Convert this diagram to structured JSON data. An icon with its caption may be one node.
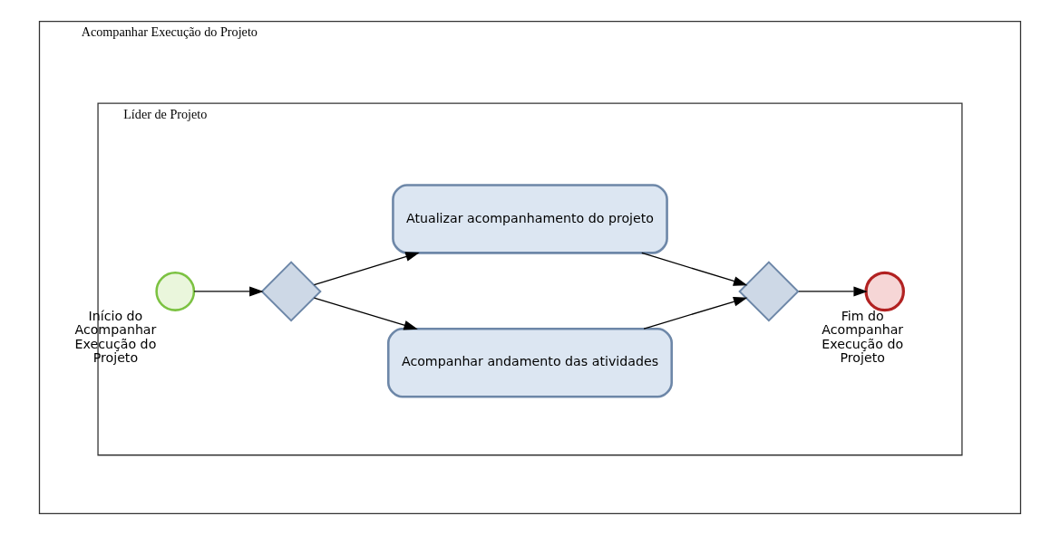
{
  "diagram": {
    "nodes": [
      {
        "text": [
          "Acompanhar Execução do Projeto"
        ]
      },
      {
        "text": [
          "Líder de Projeto"
        ],
        "in": 0
      },
      {
        "text": [],
        "shape": "circle",
        "beside": [
          "Início do Acompanhar Execução do Projeto"
        ],
        "in": 1
      },
      {
        "text": [],
        "shape": "diamond",
        "in": 1
      },
      {
        "text": [
          "Acompanhar andamento das atividades"
        ],
        "in": 1
      },
      {
        "text": [
          "Atualizar acompanhamento do projeto"
        ],
        "in": 1
      },
      {
        "text": [],
        "shape": "diamond",
        "in": 1
      },
      {
        "text": [],
        "shape": "circle",
        "beside": [
          "Fim do Acompanhar Execução do Projeto"
        ],
        "in": 1
      }
    ],
    "edges": [
      {
        "from": 2,
        "to": 3,
        "arrow": "to"
      },
      {
        "from": 3,
        "to": 4,
        "arrow": "to"
      },
      {
        "from": 3,
        "to": 5,
        "arrow": "to"
      },
      {
        "from": 4,
        "to": 6,
        "arrow": "to"
      },
      {
        "from": 5,
        "to": 6,
        "arrow": "to"
      },
      {
        "from": 6,
        "to": 7,
        "arrow": "to"
      }
    ]
  }
}
